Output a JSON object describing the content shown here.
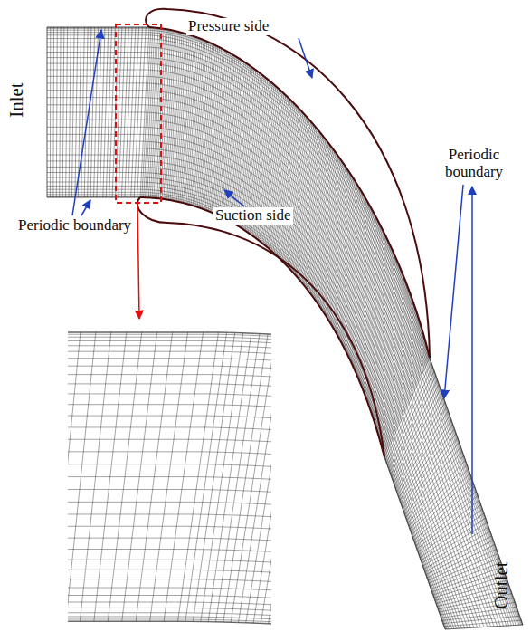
{
  "diagram": {
    "labels": [
      "Inlet",
      "Pressure side",
      "Suction side",
      "Periodic boundary",
      "Periodic boundary",
      "Outlet"
    ]
  }
}
